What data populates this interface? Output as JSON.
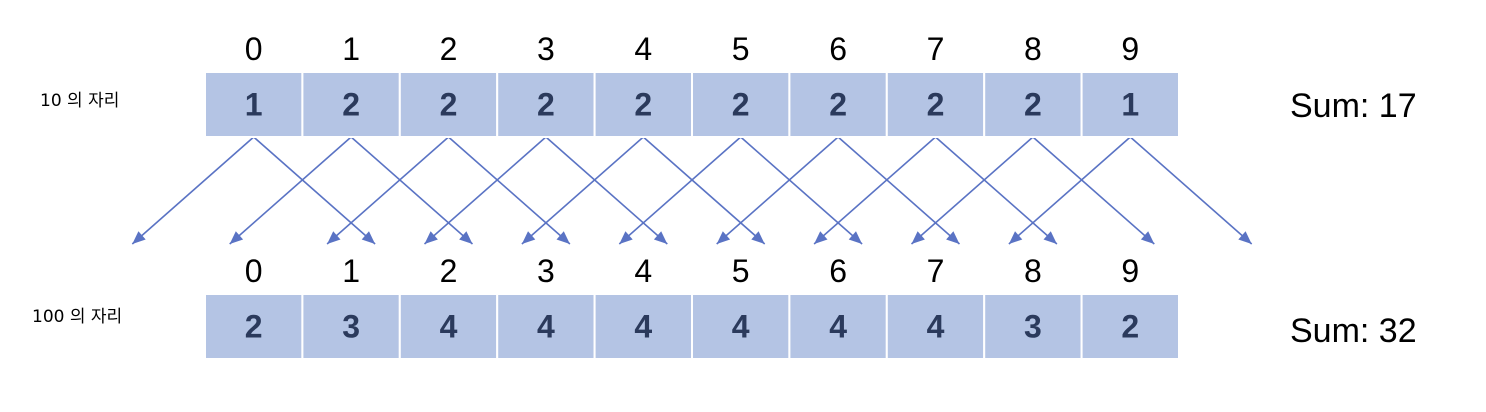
{
  "colors": {
    "cell_fill": "#b4c4e4",
    "cell_text": "#2b3a5c",
    "arrow": "#5a73c4",
    "text": "#000000"
  },
  "rows": [
    {
      "label": "10 의 자리",
      "indices": [
        "0",
        "1",
        "2",
        "3",
        "4",
        "5",
        "6",
        "7",
        "8",
        "9"
      ],
      "values": [
        "1",
        "2",
        "2",
        "2",
        "2",
        "2",
        "2",
        "2",
        "2",
        "1"
      ],
      "sum_text": "Sum: 17"
    },
    {
      "label": "100 의 자리",
      "indices": [
        "0",
        "1",
        "2",
        "3",
        "4",
        "5",
        "6",
        "7",
        "8",
        "9"
      ],
      "values": [
        "2",
        "3",
        "4",
        "4",
        "4",
        "4",
        "4",
        "4",
        "3",
        "2"
      ],
      "sum_text": "Sum: 32"
    }
  ],
  "arrows": {
    "from_row": 0,
    "offsets": [
      -1,
      1
    ]
  }
}
